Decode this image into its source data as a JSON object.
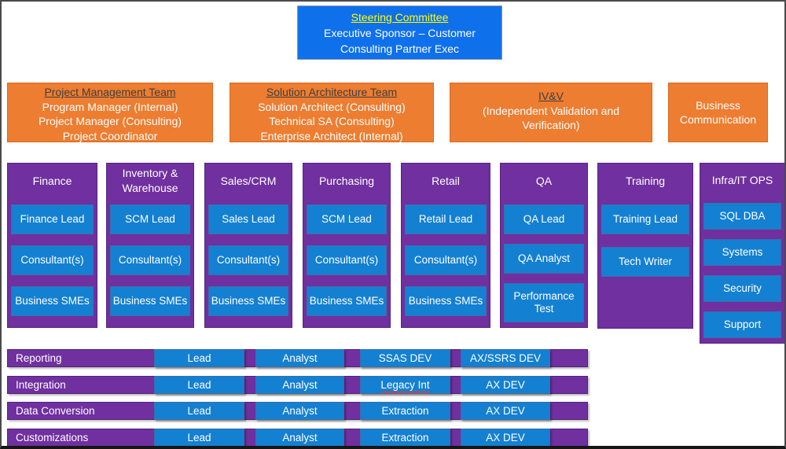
{
  "palette": {
    "steering_blue": "#0F70EC",
    "role_blue": "#1480D2",
    "purple": "#7030A0",
    "orange": "#ED7D31",
    "title_yellow": "#FFFF00",
    "team_title_gray": "#3F3F3F",
    "text_white": "#FFFFFF"
  },
  "steering": {
    "title": "Steering Committee",
    "lines": [
      "Executive Sponsor – Customer",
      "Consulting Partner Exec"
    ]
  },
  "teams": [
    {
      "title": "Project Management Team",
      "lines": [
        "Program Manager (Internal)",
        "Project Manager (Consulting)",
        "Project Coordinator"
      ]
    },
    {
      "title": "Solution Architecture Team",
      "lines": [
        "Solution Architect (Consulting)",
        "Technical SA (Consulting)",
        "Enterprise Architect (Internal)"
      ]
    },
    {
      "title": "IV&V",
      "body": "(Independent Validation and Verification)"
    },
    {
      "label": "Business Communication"
    }
  ],
  "columns": [
    {
      "title": "Finance",
      "roles": [
        "Finance Lead",
        "Consultant(s)",
        "Business SMEs"
      ]
    },
    {
      "title": "Inventory & Warehouse",
      "roles": [
        "SCM Lead",
        "Consultant(s)",
        "Business SMEs"
      ]
    },
    {
      "title": "Sales/CRM",
      "roles": [
        "Sales Lead",
        "Consultant(s)",
        "Business SMEs"
      ]
    },
    {
      "title": "Purchasing",
      "roles": [
        "SCM Lead",
        "Consultant(s)",
        "Business SMEs"
      ]
    },
    {
      "title": "Retail",
      "roles": [
        "Retail Lead",
        "Consultant(s)",
        "Business SMEs"
      ]
    },
    {
      "title": "QA",
      "roles": [
        "QA Lead",
        "QA Analyst",
        "Performance Test"
      ]
    },
    {
      "title": "Training",
      "roles": [
        "Training Lead",
        "Tech Writer"
      ]
    },
    {
      "title": "Infra/IT OPS",
      "roles": [
        "SQL DBA",
        "Systems",
        "Security",
        "Support"
      ]
    }
  ],
  "streams": [
    {
      "name": "Reporting",
      "cells": [
        "Lead",
        "Analyst",
        "SSAS DEV",
        "AX/SSRS DEV"
      ]
    },
    {
      "name": "Integration",
      "cells": [
        "Lead",
        "Analyst",
        "Legacy Int",
        "AX DEV"
      ]
    },
    {
      "name": "Data Conversion",
      "cells": [
        "Lead",
        "Analyst",
        "Extraction",
        "AX DEV"
      ]
    },
    {
      "name": "Customizations",
      "cells": [
        "Lead",
        "Analyst",
        "Extraction",
        "AX DEV"
      ]
    }
  ]
}
